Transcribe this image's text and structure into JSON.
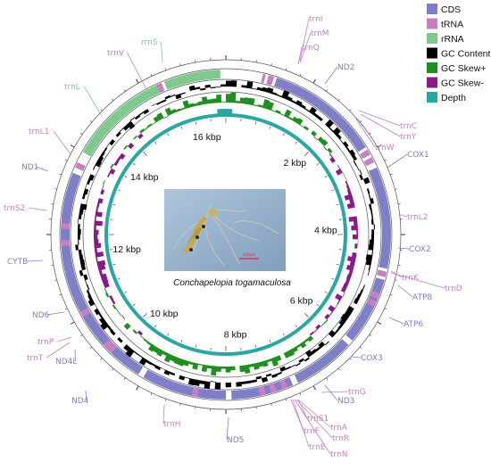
{
  "species_name": "Conchapelopia togamaculosa",
  "photo_scale_label": "500µm",
  "colors": {
    "cds": "#7f7fc7",
    "trna": "#c77fc4",
    "rrna": "#7fc98f",
    "gc_content": "#000000",
    "gc_skew_pos": "#1f8f1f",
    "gc_skew_neg": "#8a1a8a",
    "depth": "#2aa7a3"
  },
  "legend": [
    {
      "label": "CDS",
      "color": "#7f7fc7"
    },
    {
      "label": "tRNA",
      "color": "#c77fc4"
    },
    {
      "label": "rRNA",
      "color": "#7fc98f"
    },
    {
      "label": "GC Content",
      "color": "#000000"
    },
    {
      "label": "GC Skew+",
      "color": "#1f8f1f"
    },
    {
      "label": "GC Skew-",
      "color": "#8a1a8a"
    },
    {
      "label": "Depth",
      "color": "#2aa7a3"
    }
  ],
  "kbp_labels": [
    "2 kbp",
    "4 kbp",
    "6 kbp",
    "8 kbp",
    "10 kbp",
    "12 kbp",
    "14 kbp",
    "16 kbp"
  ],
  "genome_length_kbp": 16.5,
  "gene_labels": [
    {
      "text": "trnI",
      "type": "trna"
    },
    {
      "text": "trnM",
      "type": "trna"
    },
    {
      "text": "trnQ",
      "type": "trna"
    },
    {
      "text": "ND2",
      "type": "cds"
    },
    {
      "text": "trnC",
      "type": "trna"
    },
    {
      "text": "trnY",
      "type": "trna"
    },
    {
      "text": "trnW",
      "type": "trna"
    },
    {
      "text": "COX1",
      "type": "cds"
    },
    {
      "text": "trnL2",
      "type": "trna"
    },
    {
      "text": "COX2",
      "type": "cds"
    },
    {
      "text": "trnK",
      "type": "trna"
    },
    {
      "text": "trnD",
      "type": "trna"
    },
    {
      "text": "ATP8",
      "type": "cds"
    },
    {
      "text": "ATP6",
      "type": "cds"
    },
    {
      "text": "COX3",
      "type": "cds"
    },
    {
      "text": "trnG",
      "type": "trna"
    },
    {
      "text": "ND3",
      "type": "cds"
    },
    {
      "text": "trnS1",
      "type": "trna"
    },
    {
      "text": "trnA",
      "type": "trna"
    },
    {
      "text": "trnR",
      "type": "trna"
    },
    {
      "text": "trnN",
      "type": "trna"
    },
    {
      "text": "trnE",
      "type": "trna"
    },
    {
      "text": "trnF",
      "type": "trna"
    },
    {
      "text": "ND5",
      "type": "cds"
    },
    {
      "text": "trnH",
      "type": "trna"
    },
    {
      "text": "ND4",
      "type": "cds"
    },
    {
      "text": "ND4L",
      "type": "cds"
    },
    {
      "text": "trnT",
      "type": "trna"
    },
    {
      "text": "trnP",
      "type": "trna"
    },
    {
      "text": "ND6",
      "type": "cds"
    },
    {
      "text": "CYTB",
      "type": "cds"
    },
    {
      "text": "trnS2",
      "type": "trna"
    },
    {
      "text": "ND1",
      "type": "cds"
    },
    {
      "text": "trnL1",
      "type": "trna"
    },
    {
      "text": "trnL",
      "type": "rrna"
    },
    {
      "text": "trnV",
      "type": "trna"
    },
    {
      "text": "rrnS",
      "type": "rrna"
    }
  ]
}
